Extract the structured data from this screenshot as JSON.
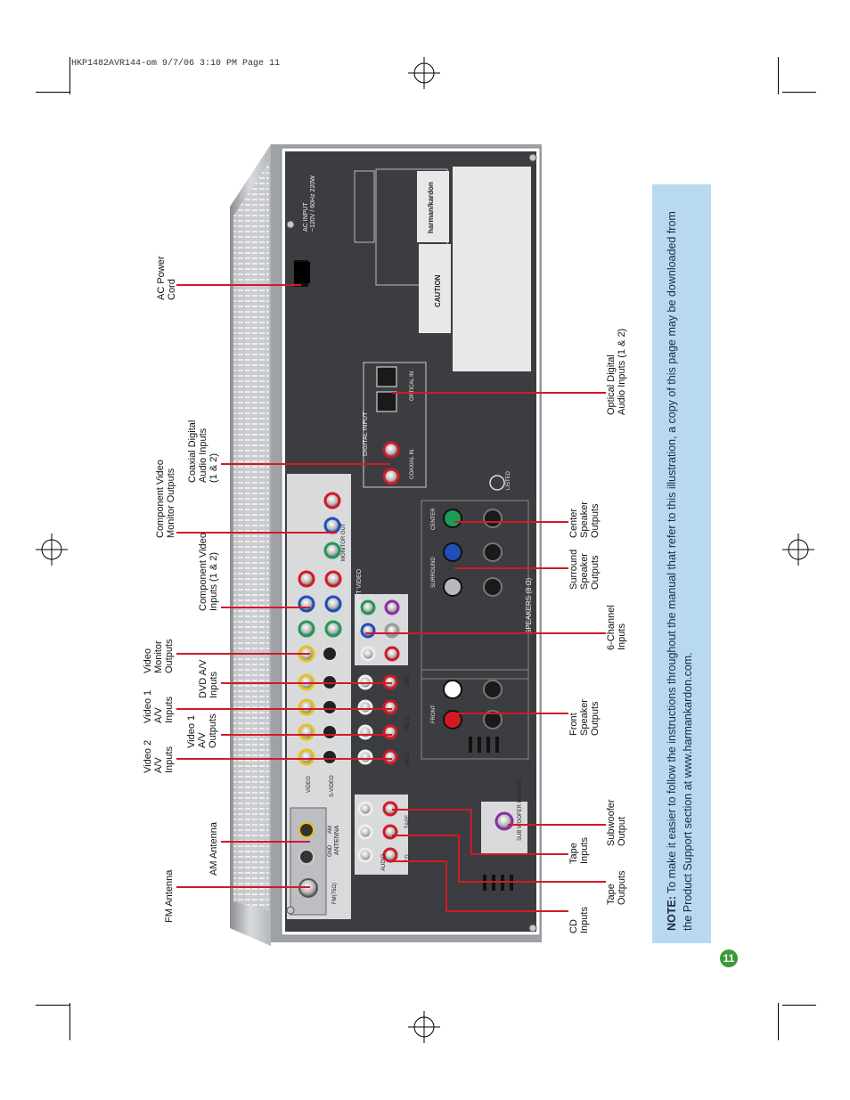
{
  "slug": "HKP1482AVR144-om  9/7/06  3:10 PM  Page 11",
  "labels": {
    "ac_power": "AC Power\nCord",
    "coaxial": "Coaxial Digital\nAudio Inputs\n(1 & 2)",
    "component_monitor": "Component Video\nMonitor Outputs",
    "component_inputs": "Component Video\nInputs (1 & 2)",
    "video_monitor": "Video\nMonitor\nOutputs",
    "dvd_av": "DVD A/V\nInputs",
    "video1_in": "Video 1\nA/V\nInputs",
    "video1_out": "Video 1\nA/V\nOutputs",
    "video2_in": "Video 2\nA/V\nInputs",
    "am_antenna": "AM Antenna",
    "fm_antenna": "FM Antenna",
    "optical": "Optical Digital\nAudio Inputs (1 & 2)",
    "center": "Center\nSpeaker\nOutputs",
    "surround": "Surround\nSpeaker\nOutputs",
    "six_channel": "6-Channel\nInputs",
    "front": "Front\nSpeaker\nOutputs",
    "subwoofer": "Subwoofer\nOutput",
    "tape_in": "Tape\nInputs",
    "tape_out": "Tape\nOutputs",
    "cd_in": "CD\nInputs"
  },
  "note": {
    "label": "NOTE:",
    "text": " To make it easier to follow the instructions throughout the manual that refer to this illustration, a copy of this page may be downloaded from the Product Support section at www.harmankardon.com."
  },
  "page_number": "11",
  "panel_text": {
    "ac_input": "AC INPUT\n~120V / 60Hz 220W",
    "brand": "harman/kardon",
    "caution": "CAUTION",
    "digital_input": "DIGITAL INPUT",
    "coaxial_in": "COAXIAL IN",
    "optical_in": "OPTICAL IN",
    "monitor_out": "MONITOR OUT",
    "component_video": "COMPONENT VIDEO",
    "speakers": "SPEAKERS (8 Ω)",
    "front": "FRONT",
    "surround": "SURROUND",
    "center": "CENTER",
    "video": "VIDEO",
    "s_video": "S-VIDEO",
    "antenna": "ANTENNA",
    "am": "AM",
    "gnd": "GND",
    "fm": "FM(75Ω)",
    "audio": "AUDIO",
    "sub_out": "SUB WOOFER PRE-OUT",
    "tape": "TAPE",
    "cd": "CD",
    "dvd": "DVD",
    "vid1": "VID 1",
    "vid2": "VID 2",
    "listed": "LISTED"
  }
}
